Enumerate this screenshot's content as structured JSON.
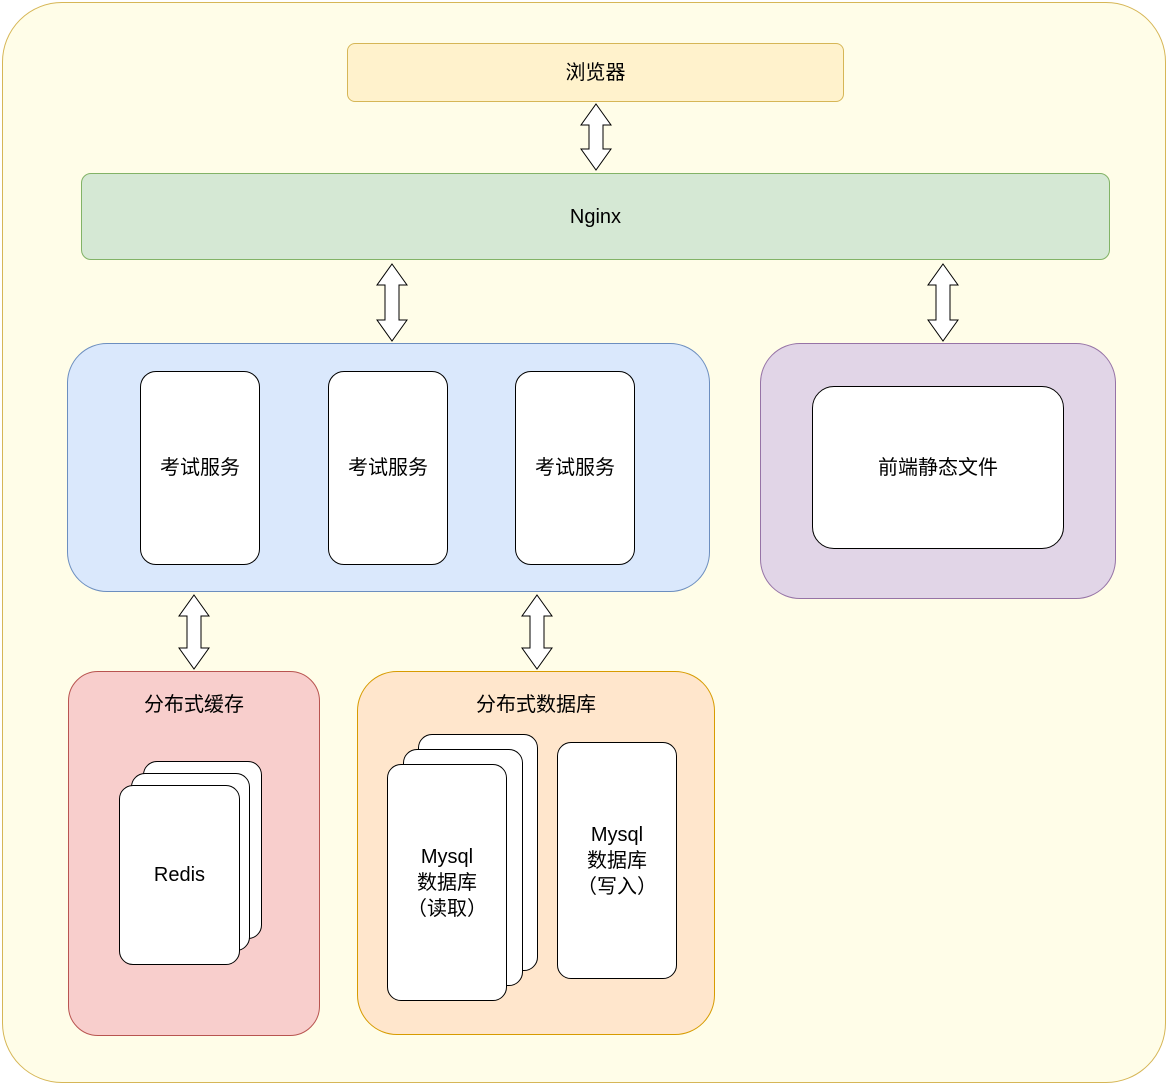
{
  "colors": {
    "background": "#fffde8",
    "browser": "#fff2cc",
    "nginx": "#d5e8d4",
    "services": "#dae8fc",
    "static": "#e1d5e7",
    "cache": "#f8cecc",
    "database": "#ffe6cc",
    "node": "#ffffff"
  },
  "browser": {
    "label": "浏览器"
  },
  "nginx": {
    "label": "Nginx"
  },
  "services": {
    "items": [
      "考试服务",
      "考试服务",
      "考试服务"
    ]
  },
  "static": {
    "label": "前端静态文件"
  },
  "cache": {
    "title": "分布式缓存",
    "node": "Redis"
  },
  "database": {
    "title": "分布式数据库",
    "read_node": "Mysql\n数据库\n（读取）",
    "write_node": "Mysql\n数据库\n（写入）"
  },
  "arrows": [
    "browser-nginx",
    "nginx-services",
    "nginx-static",
    "services-cache",
    "services-database"
  ]
}
